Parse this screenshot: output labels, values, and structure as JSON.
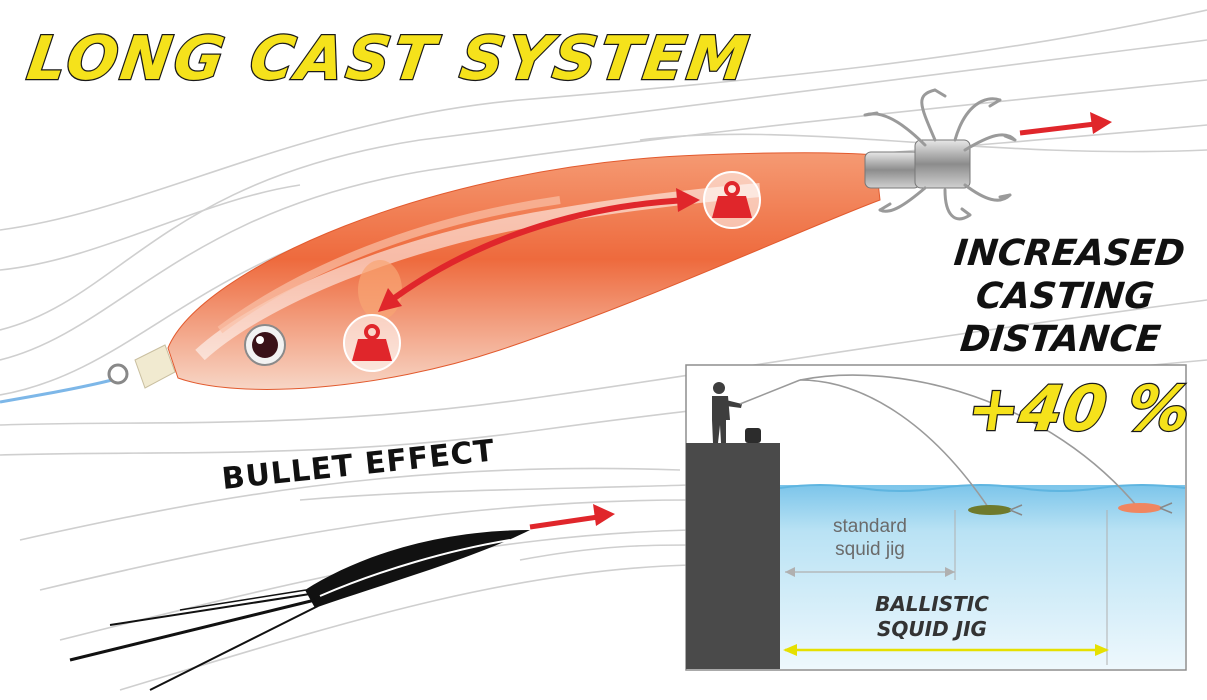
{
  "title": "LONG CAST SYSTEM",
  "headline": {
    "line1": "INCREASED",
    "line2": "CASTING",
    "line3": "DISTANCE"
  },
  "increase": "+40 %",
  "bullet_label": "BULLET EFFECT",
  "standard_jig": {
    "line1": "standard",
    "line2": "squid jig"
  },
  "ballistic_jig": {
    "line1": "BALLISTIC",
    "line2": "SQUID JIG"
  },
  "icons": [
    "weight-icon",
    "arrow-icon",
    "bullet-icon",
    "angler-icon"
  ],
  "colors": {
    "title_fill": "#f5e21b",
    "arrow_red": "#e0262b",
    "jig_orange": "#ef6a3c",
    "water_blue": "#9ed4ee",
    "pier_gray": "#4a4a4a",
    "distance_yellow": "#e6e000"
  }
}
